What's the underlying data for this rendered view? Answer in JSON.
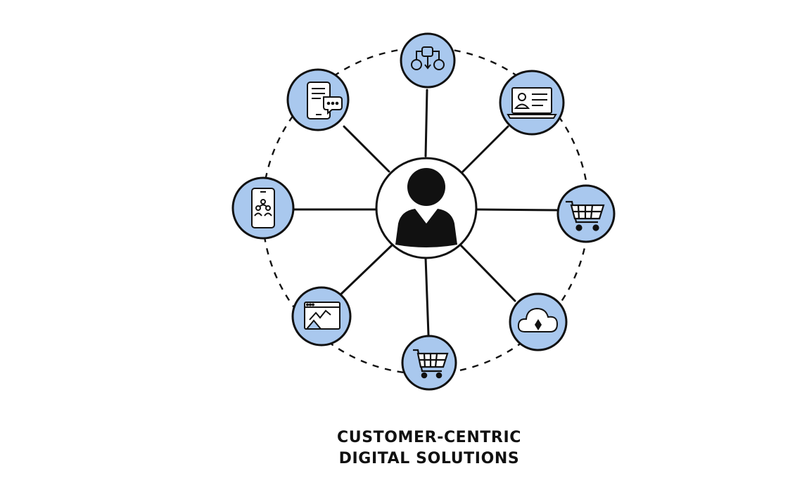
{
  "caption": {
    "line1": "CUSTOMER-CENTRIC",
    "line2": "DIGITAL SOLUTIONS"
  },
  "center": {
    "icon": "person-icon"
  },
  "nodes": [
    {
      "id": "workflow",
      "icon": "workflow-icon"
    },
    {
      "id": "laptop-profile",
      "icon": "laptop-profile-icon"
    },
    {
      "id": "cart-right",
      "icon": "shopping-cart-icon"
    },
    {
      "id": "cloud",
      "icon": "cloud-icon"
    },
    {
      "id": "cart-bottom",
      "icon": "shopping-cart-icon"
    },
    {
      "id": "web-analytics",
      "icon": "browser-chart-icon"
    },
    {
      "id": "tablet-community",
      "icon": "tablet-people-icon"
    },
    {
      "id": "mobile-chat",
      "icon": "mobile-chat-icon"
    }
  ],
  "colors": {
    "node_fill": "#a9c8ee",
    "stroke": "#111111",
    "center_fill": "#ffffff",
    "background": "#ffffff"
  }
}
